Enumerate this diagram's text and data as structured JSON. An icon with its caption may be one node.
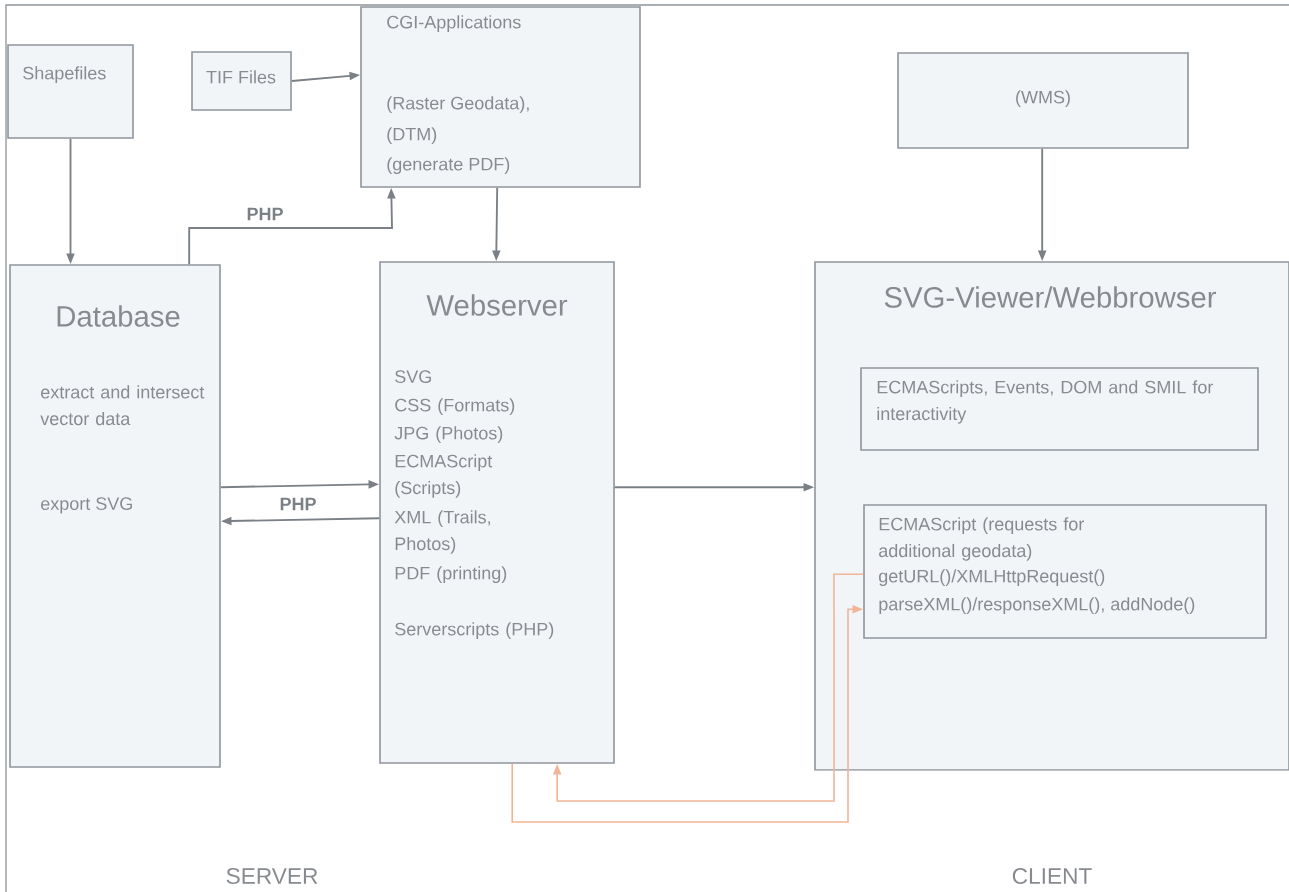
{
  "diagram": {
    "nodes": [
      {
        "text": [
          "Shapefiles"
        ]
      },
      {
        "text": [
          "TIF Files"
        ]
      },
      {
        "text": [
          "CGI-Applications",
          "(Raster Geodata),",
          "(DTM)",
          "(generate PDF)"
        ]
      },
      {
        "text": [
          "(WMS)"
        ]
      },
      {
        "text": [
          "Database",
          "extract and intersect vector data",
          "export SVG"
        ]
      },
      {
        "text": [
          "Webserver",
          "SVG",
          "CSS (Formats)",
          "JPG (Photos)",
          "ECMAScript (Scripts)",
          "XML (Trails, Photos)",
          "PDF (printing)",
          "Serverscripts (PHP)"
        ]
      },
      {
        "text": [
          "SVG-Viewer/Webbrowser"
        ]
      },
      {
        "text": [
          "ECMAScripts, Events, DOM and SMIL for interactivity"
        ],
        "in": 6
      },
      {
        "text": [
          "ECMAScript (requests for additional geodata)",
          "getURL()/XMLHttpRequest()",
          "parseXML()/responseXML(), addNode()"
        ],
        "in": 6
      }
    ],
    "edges": [
      {
        "from": 0,
        "to": 4,
        "arrow": "to"
      },
      {
        "from": 1,
        "to": 2,
        "arrow": "to"
      },
      {
        "from": 4,
        "to": 2,
        "arrow": "to",
        "label": "PHP"
      },
      {
        "from": 2,
        "to": 5,
        "arrow": "to"
      },
      {
        "from": 3,
        "to": 6,
        "arrow": "to"
      },
      {
        "from": 4,
        "to": 5,
        "arrow": "to"
      },
      {
        "from": 5,
        "to": 4,
        "arrow": "to",
        "label": "PHP"
      },
      {
        "from": 5,
        "to": 6,
        "arrow": "to"
      },
      {
        "from": 5,
        "to": 8,
        "arrow": "to",
        "color": "#f2b497"
      },
      {
        "from": 8,
        "to": 5,
        "arrow": "to",
        "color": "#f2b497"
      }
    ],
    "labels": [
      "SERVER",
      "CLIENT"
    ]
  }
}
